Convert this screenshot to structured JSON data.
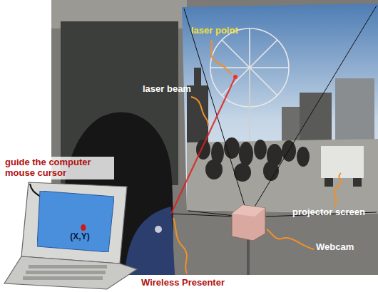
{
  "diagram": {
    "nodes": [
      {
        "text": [
          "(X,Y)"
        ]
      }
    ],
    "labels": [
      "laser point",
      "laser beam",
      "guide the computer mouse cursor",
      "projector screen",
      "Webcam",
      "Wireless Presenter"
    ]
  }
}
